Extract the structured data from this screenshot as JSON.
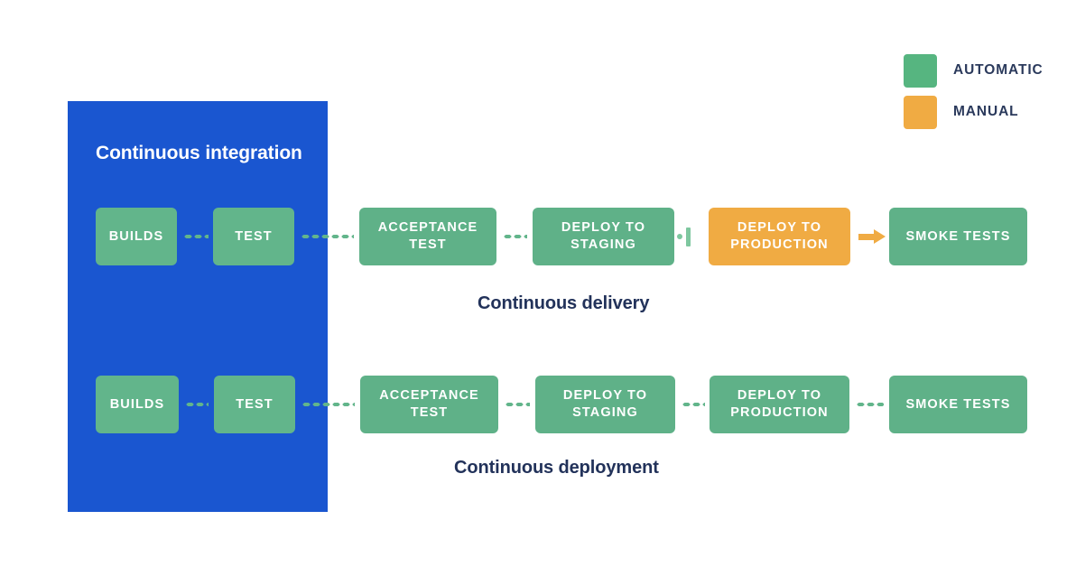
{
  "legend": {
    "items": [
      {
        "label": "AUTOMATIC",
        "color": "#56b580",
        "swatch_name": "automatic-swatch"
      },
      {
        "label": "MANUAL",
        "color": "#f0ab43",
        "swatch_name": "manual-swatch"
      }
    ]
  },
  "ci_panel": {
    "title": "Continuous integration",
    "color": "#1a56d0"
  },
  "colors": {
    "automatic_green": "#5fb188",
    "ci_inner_green": "#62b58b",
    "manual_orange": "#f0ab43",
    "ci_blue": "#1a56d0",
    "text_navy": "#22325a",
    "background": "#ffffff"
  },
  "rows": [
    {
      "id": "continuous-delivery",
      "caption": "Continuous delivery",
      "nodes": [
        {
          "label": "BUILDS",
          "type": "automatic",
          "inside_ci": true
        },
        {
          "label": "TEST",
          "type": "automatic",
          "inside_ci": true
        },
        {
          "label": "ACCEPTANCE\nTEST",
          "type": "automatic",
          "inside_ci": false
        },
        {
          "label": "DEPLOY TO\nSTAGING",
          "type": "automatic",
          "inside_ci": false
        },
        {
          "label": "DEPLOY TO\nPRODUCTION",
          "type": "manual",
          "inside_ci": false
        },
        {
          "label": "SMOKE TESTS",
          "type": "automatic",
          "inside_ci": false
        }
      ],
      "connectors": [
        "dotted",
        "dotted",
        "dotted",
        "dotted-gate",
        "solid-arrow"
      ]
    },
    {
      "id": "continuous-deployment",
      "caption": "Continuous deployment",
      "nodes": [
        {
          "label": "BUILDS",
          "type": "automatic",
          "inside_ci": true
        },
        {
          "label": "TEST",
          "type": "automatic",
          "inside_ci": true
        },
        {
          "label": "ACCEPTANCE\nTEST",
          "type": "automatic",
          "inside_ci": false
        },
        {
          "label": "DEPLOY TO\nSTAGING",
          "type": "automatic",
          "inside_ci": false
        },
        {
          "label": "DEPLOY TO\nPRODUCTION",
          "type": "automatic",
          "inside_ci": false
        },
        {
          "label": "SMOKE TESTS",
          "type": "automatic",
          "inside_ci": false
        }
      ],
      "connectors": [
        "dotted",
        "dotted",
        "dotted",
        "dotted",
        "dotted"
      ]
    }
  ]
}
